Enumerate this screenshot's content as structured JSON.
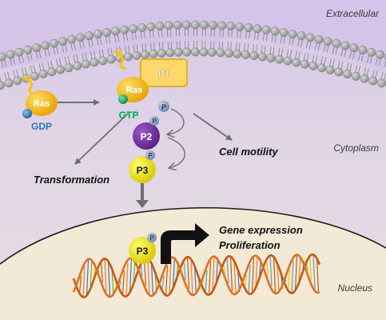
{
  "regions": {
    "extracellular": "Extracellular",
    "cytoplasm": "Cytoplasm",
    "nucleus": "Nucleus"
  },
  "molecules": {
    "ras_inactive": "Ras",
    "gdp": "GDP",
    "ras_active": "Ras",
    "gtp": "GTP",
    "p1": "P1",
    "p2": "P2",
    "p3_cyto": "P3",
    "p3_nuclear": "P3",
    "phospho": "P"
  },
  "outcomes": {
    "transformation": "Transformation",
    "cell_motility": "Cell motility",
    "gene_expression": "Gene expression",
    "proliferation": "Proliferation"
  },
  "colors": {
    "extracellular_bg": "#d8c8e8",
    "cytoplasm_bg": "#e2d9e4",
    "nucleus_bg": "#f1e8d4",
    "lipid_head": "#a5a5a5",
    "ras_yellow": "#f5b400",
    "p1_fill": "#ffd86b",
    "p2_purple": "#7030a0",
    "p3_yellow": "#f2e600",
    "gdp_blue": "#2e75b6",
    "gtp_green": "#00a651",
    "phospho_blue": "#8fa8c8",
    "arrow_gray": "#7f7f7f",
    "dna_orange": "#c55a11",
    "dna_blue": "#5b9bd5"
  }
}
